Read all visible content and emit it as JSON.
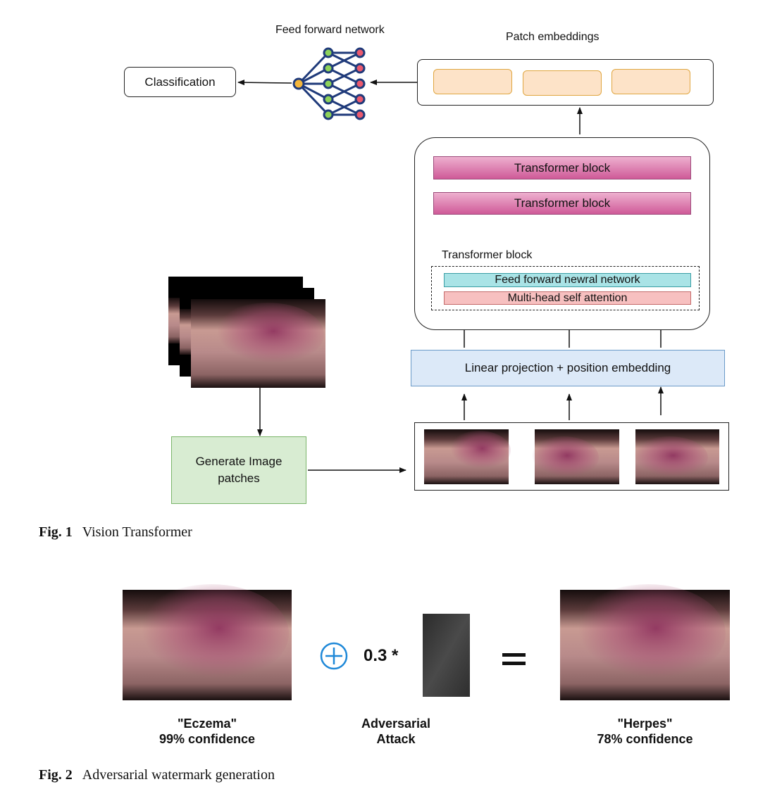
{
  "fig1": {
    "ffn_title": "Feed forward network",
    "classification": "Classification",
    "patch_embeddings_title": "Patch embeddings",
    "transformer_block_1": "Transformer block",
    "transformer_block_2": "Transformer block",
    "transformer_block_label": "Transformer block",
    "ffn_layer": "Feed forward newral network",
    "mhsa_layer": "Multi-head self attention",
    "linear_projection": "Linear projection + position embedding",
    "generate_patches": "Generate Image patches",
    "caption_num": "Fig. 1",
    "caption_text": "Vision Transformer"
  },
  "fig2": {
    "operator_scale": "0.3 *",
    "left_label_line1": "\"Eczema\"",
    "left_label_line2": "99% confidence",
    "mid_label_line1": "Adversarial",
    "mid_label_line2": "Attack",
    "right_label_line1": "\"Herpes\"",
    "right_label_line2": "78% confidence",
    "caption_num": "Fig. 2",
    "caption_text": "Adversarial watermark generation"
  },
  "colors": {
    "patch_fill": "#fde3c8",
    "transformer_block": "#d86aa6",
    "ffn_layer": "#a9e3e6",
    "mhsa_layer": "#f7c0c0",
    "linear_projection": "#dce9f8",
    "generate_patches": "#d8ecd2",
    "plus_icon": "#1e88d8"
  }
}
